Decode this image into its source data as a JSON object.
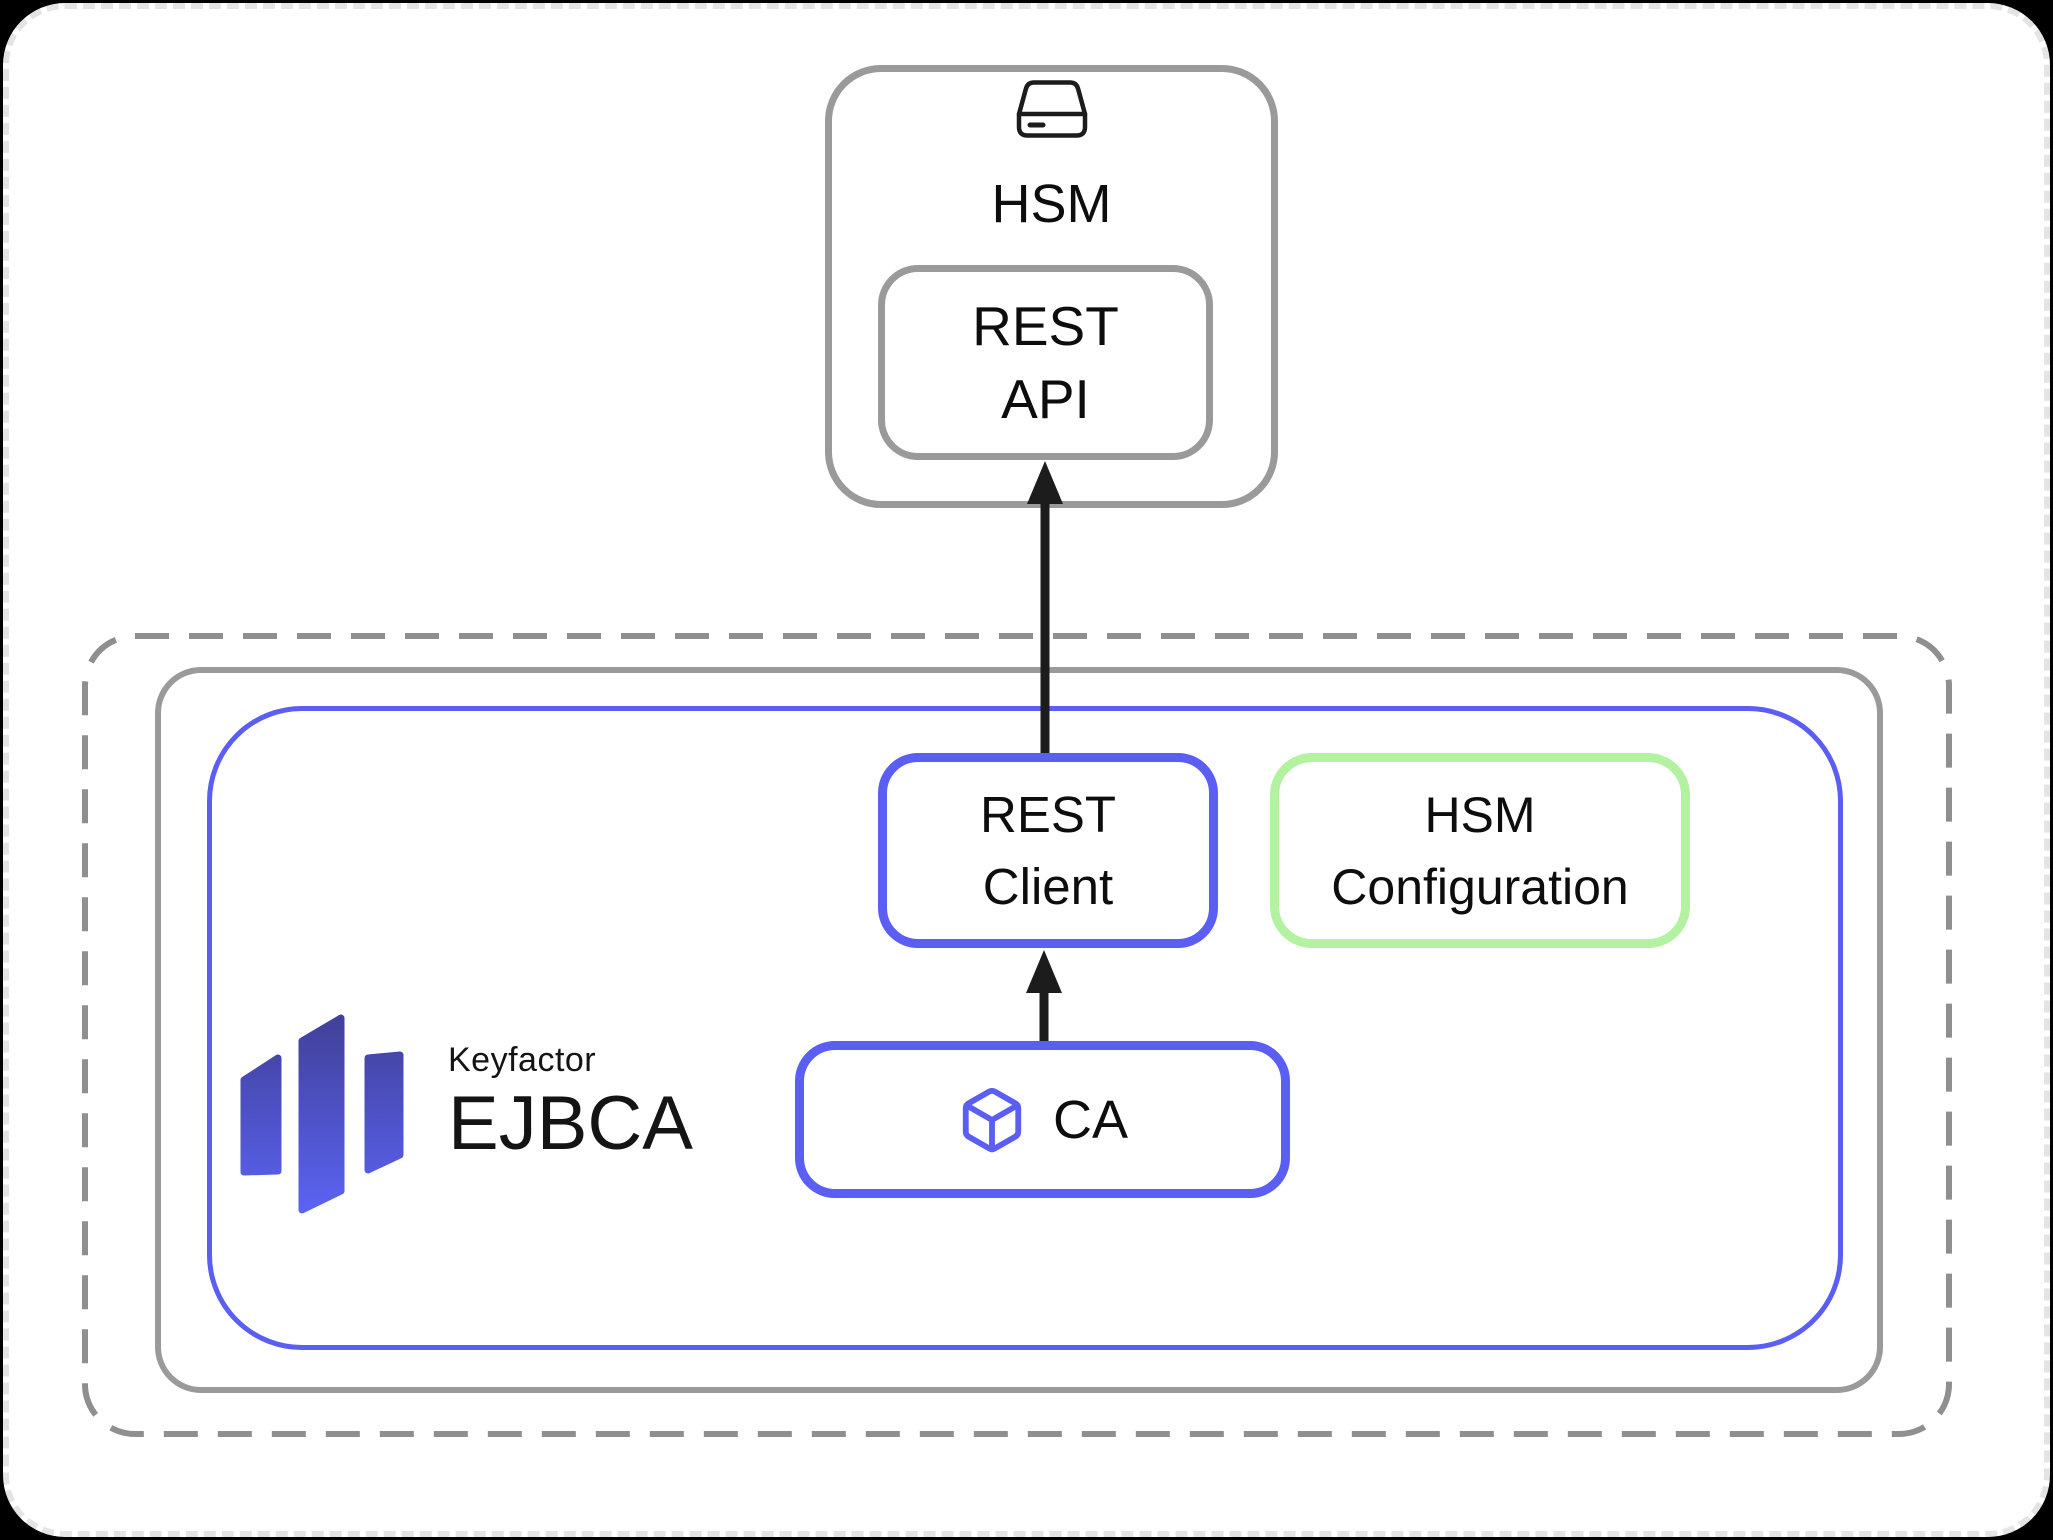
{
  "diagram": {
    "hsm": {
      "label": "HSM",
      "icon": "hard-drive-icon",
      "rest_api": {
        "line1": "REST",
        "line2": "API"
      }
    },
    "platform": {
      "rest_client": {
        "line1": "REST",
        "line2": "Client"
      },
      "hsm_config": {
        "line1": "HSM",
        "line2": "Configuration"
      },
      "ca": {
        "label": "CA",
        "icon": "cube-icon"
      },
      "brand": {
        "name": "Keyfactor",
        "product": "EJBCA",
        "icon": "keyfactor-bars-icon"
      }
    },
    "connections": [
      {
        "from": "CA",
        "to": "REST Client",
        "style": "arrow-up"
      },
      {
        "from": "REST Client",
        "to": "REST API",
        "style": "arrow-up"
      }
    ]
  },
  "colors": {
    "blue": "#5a5ef2",
    "green": "#b2f2a0",
    "gray": "#9a9a9a",
    "dash_gray": "#8f8f8f",
    "ink": "#1c1c1c",
    "edge": "#e4e4e4",
    "logo_top": "#403f96",
    "logo_bottom": "#5c64f5"
  }
}
